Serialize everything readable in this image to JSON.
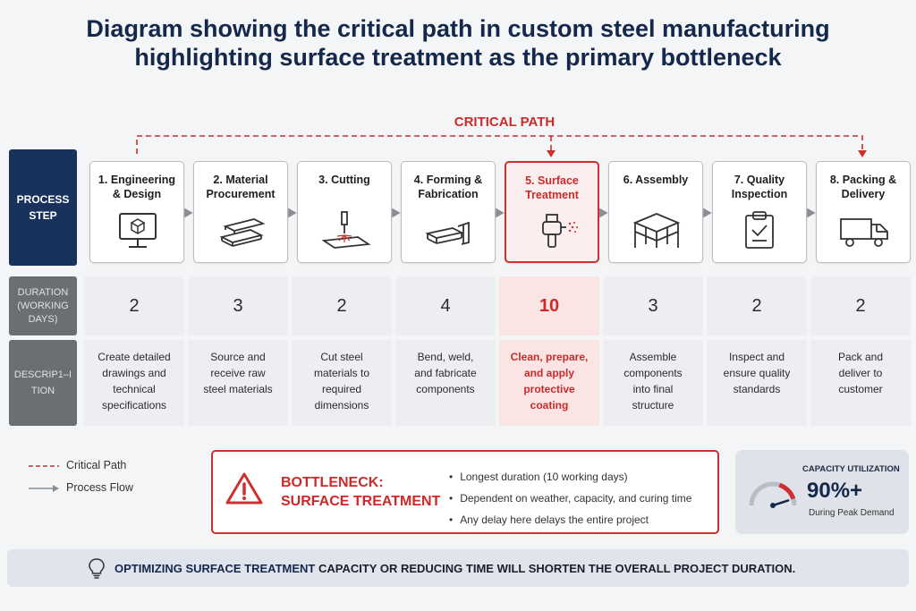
{
  "title_line1": "Diagram showing the critical path in custom steel manufacturing",
  "title_line2": "highlighting surface treatment as the primary bottleneck",
  "critical_path_label": "CRITICAL PATH",
  "row_labels": {
    "process": [
      "PROCESS",
      "STEP"
    ],
    "duration": [
      "DURATION",
      "(WORKING",
      "DAYS)"
    ],
    "description": [
      "DESCRIP1–I",
      "TION"
    ]
  },
  "steps": [
    {
      "title": [
        "1. Engineering",
        "& Design"
      ],
      "icon": "computer-monitor-icon",
      "duration": "2",
      "description": [
        "Create detailed",
        "drawings and",
        "technical",
        "specifications"
      ]
    },
    {
      "title": [
        "2. Material",
        "Procurement"
      ],
      "icon": "steel-beams-icon",
      "duration": "3",
      "description": [
        "Source and",
        "receive raw",
        "steel materials"
      ]
    },
    {
      "title": [
        "3. Cutting"
      ],
      "icon": "cutting-torch-icon",
      "duration": "2",
      "description": [
        "Cut steel",
        "materials to",
        "required",
        "dimensions"
      ]
    },
    {
      "title": [
        "4. Forming &",
        "Fabrication"
      ],
      "icon": "formed-steel-icon",
      "duration": "4",
      "description": [
        "Bend, weld,",
        "and fabricate",
        "components"
      ]
    },
    {
      "title": [
        "5. Surface",
        "Treatment"
      ],
      "icon": "spray-gun-icon",
      "duration": "10",
      "description": [
        "Clean, prepare,",
        "and apply",
        "protective",
        "coating"
      ],
      "highlighted": true
    },
    {
      "title": [
        "6. Assembly"
      ],
      "icon": "steel-frame-icon",
      "duration": "3",
      "description": [
        "Assemble",
        "components",
        "into final",
        "structure"
      ]
    },
    {
      "title": [
        "7. Quality",
        "Inspection"
      ],
      "icon": "clipboard-check-icon",
      "duration": "2",
      "description": [
        "Inspect and",
        "ensure quality",
        "standards"
      ]
    },
    {
      "title": [
        "8. Packing &",
        "Delivery"
      ],
      "icon": "delivery-truck-icon",
      "duration": "2",
      "description": [
        "Pack and",
        "deliver to",
        "customer"
      ]
    }
  ],
  "legend": {
    "critical_path": "Critical Path",
    "process_flow": "Process Flow"
  },
  "bottleneck": {
    "title_line1": "BOTTLENECK:",
    "title_line2": "SURFACE TREATMENT",
    "points": [
      "Longest duration (10 working days)",
      "Dependent on weather, capacity, and curing time",
      "Any delay here delays the entire project"
    ]
  },
  "capacity": {
    "label": "CAPACITY UTILIZATION",
    "value": "90%+",
    "sub": "During Peak Demand",
    "gauge_level_percent": 90
  },
  "banner": {
    "strong": "OPTIMIZING SURFACE TREATMENT",
    "rest": " CAPACITY OR REDUCING TIME WILL SHORTEN THE OVERALL PROJECT DURATION."
  },
  "colors": {
    "accent_red": "#cc2a2a",
    "navy": "#18325c",
    "gray_label": "#6b6e73"
  }
}
